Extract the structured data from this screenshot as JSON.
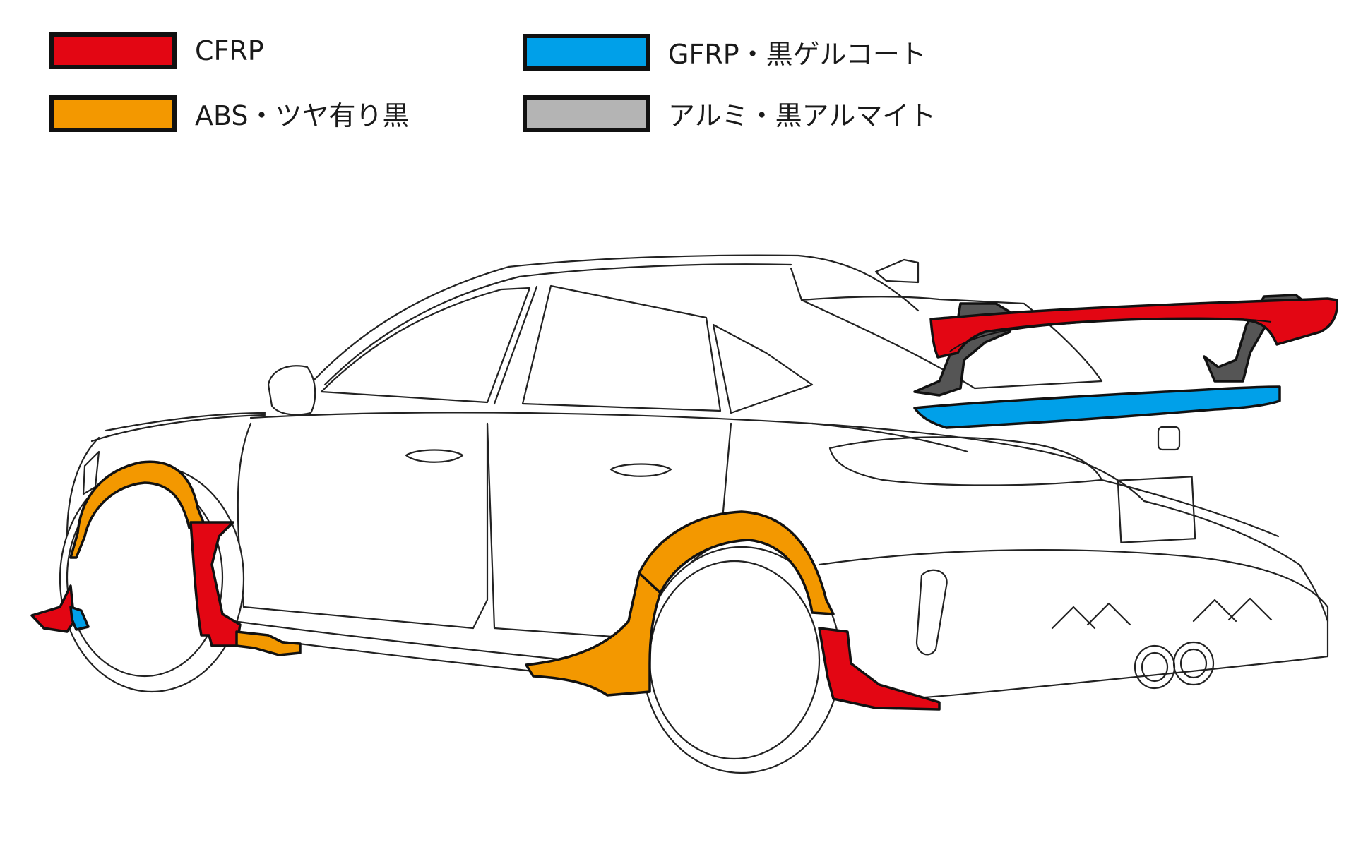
{
  "legend": [
    {
      "label": "CFRP",
      "color": "#e30613"
    },
    {
      "label": "GFRP・黒ゲルコート",
      "color": "#00a0e9"
    },
    {
      "label": "ABS・ツヤ有り黒",
      "color": "#f39800"
    },
    {
      "label": "アルミ・黒アルマイト",
      "color": "#b4b4b4"
    }
  ],
  "colors": {
    "outline": "#222222",
    "cfrp": "#e30613",
    "gfrp": "#00a0e9",
    "abs": "#f39800",
    "alumi": "#b4b4b4"
  }
}
